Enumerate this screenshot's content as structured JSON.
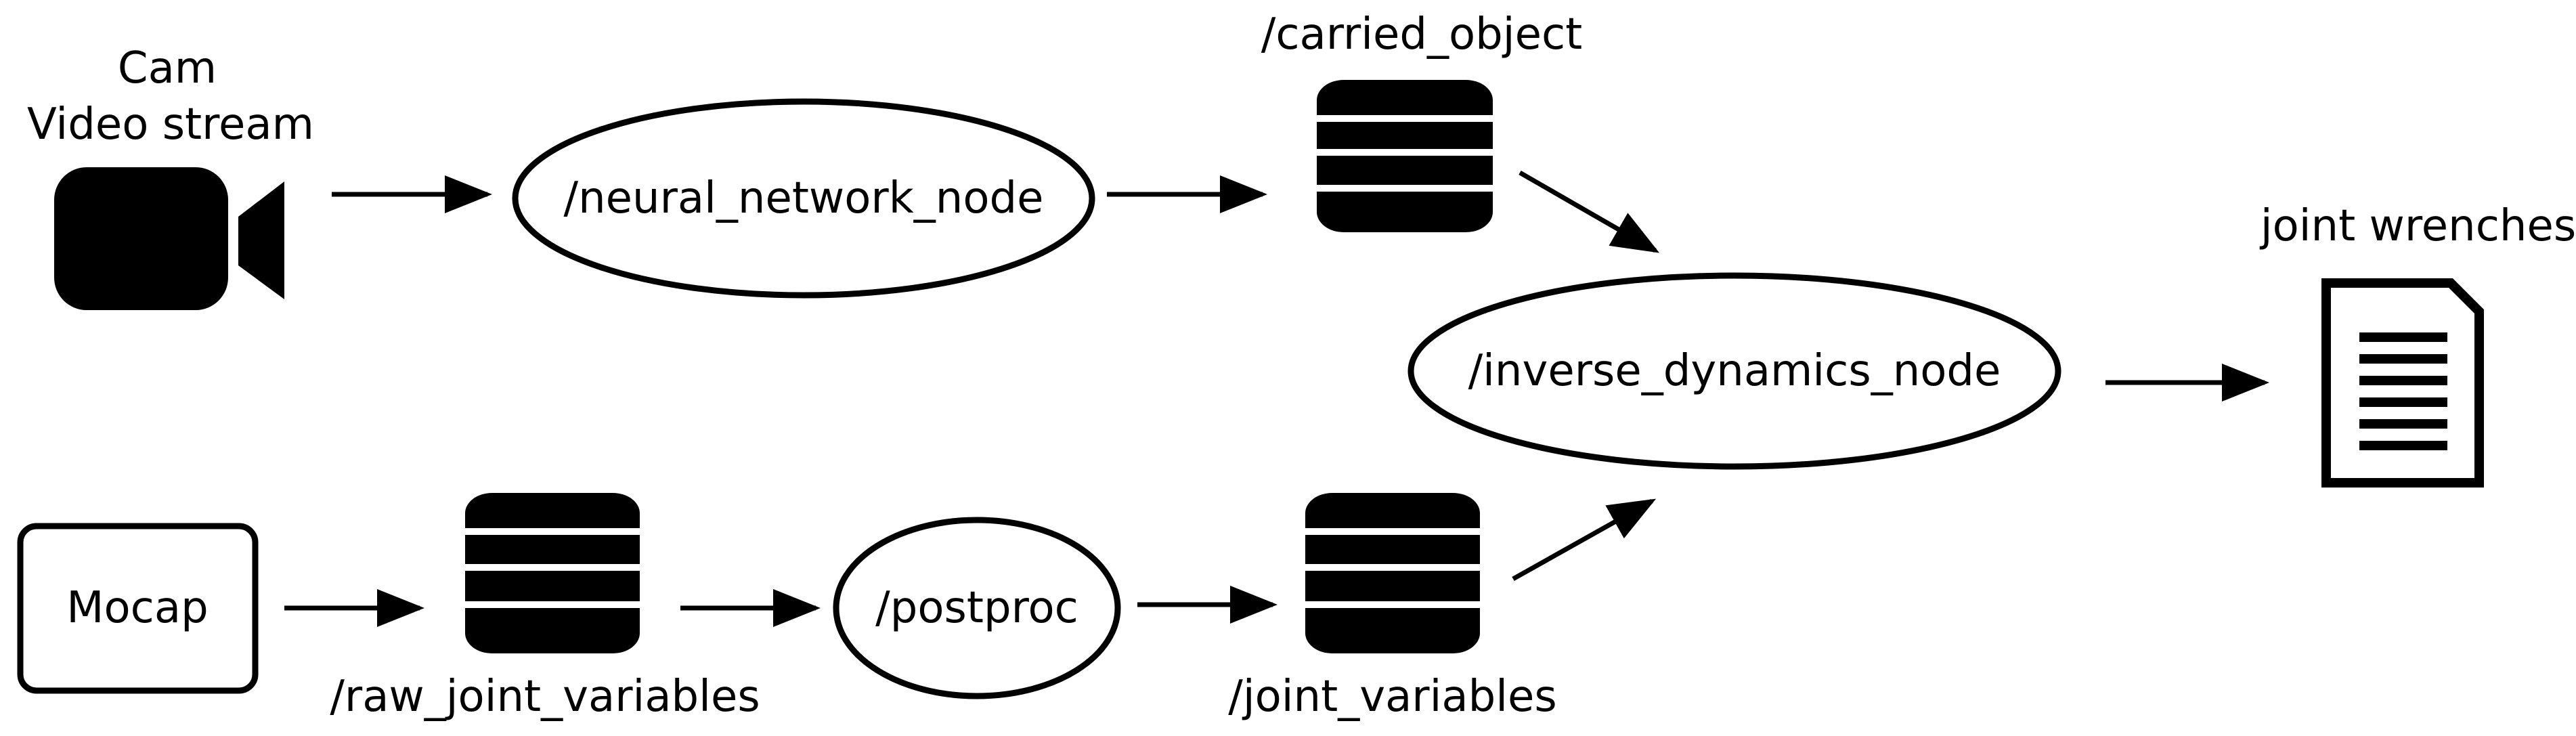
{
  "camera": {
    "label_line1": "Cam",
    "label_line2": "Video stream",
    "icon": "video-camera-icon"
  },
  "nodes": {
    "neural_network": "/neural_network_node",
    "inverse_dynamics": "/inverse_dynamics_node",
    "postproc": "/postproc"
  },
  "topics": {
    "carried_object": "/carried_object",
    "raw_joint_variables": "/raw_joint_variables",
    "joint_variables": "/joint_variables"
  },
  "mocap": {
    "label": "Mocap"
  },
  "output": {
    "label": "joint wrenches",
    "icon": "document-icon"
  },
  "colors": {
    "stroke": "#000000",
    "fill": "#000000",
    "background": "#ffffff"
  }
}
